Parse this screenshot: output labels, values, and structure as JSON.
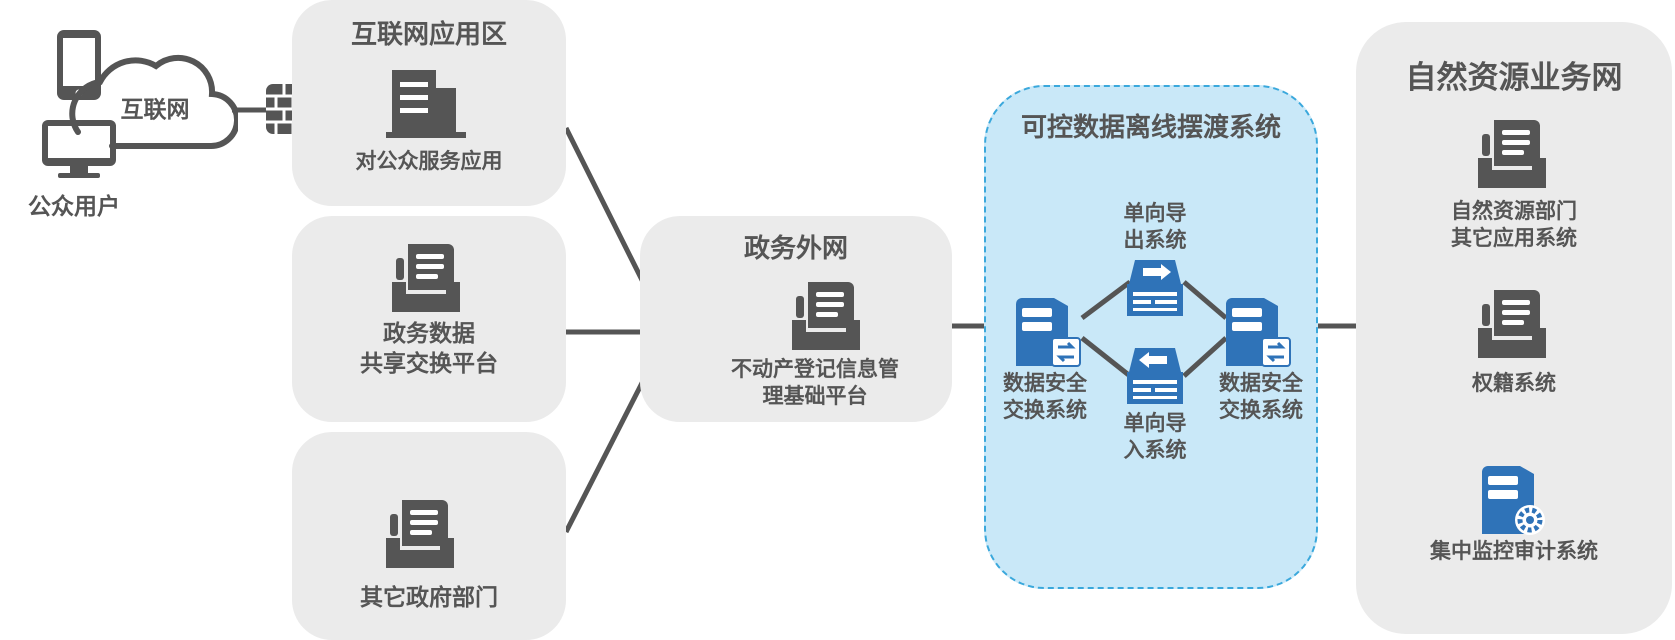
{
  "public_user": {
    "cloud_label": "互联网",
    "label": "公众用户"
  },
  "internet_zone": {
    "title": "互联网应用区",
    "app_label": "对公众服务应用"
  },
  "gov_data_exchange": {
    "label": "政务数据\n共享交换平台"
  },
  "other_gov": {
    "label": "其它政府部门"
  },
  "gov_extranet": {
    "title": "政务外网",
    "platform_label": "不动产登记信息管\n理基础平台"
  },
  "ferry_system": {
    "title": "可控数据离线摆渡系统",
    "export_label": "单向导\n出系统",
    "import_label": "单向导\n入系统",
    "exchange_left_label": "数据安全\n交换系统",
    "exchange_right_label": "数据安全\n交换系统"
  },
  "natural_resources_net": {
    "title": "自然资源业务网",
    "dept_apps_label": "自然资源部门\n其它应用系统",
    "ownership_label": "权籍系统",
    "audit_label": "集中监控审计系统"
  },
  "colors": {
    "panel": "#ebebeb",
    "icon_gray": "#555555",
    "icon_blue": "#2f73b8",
    "ferry_fill": "#c9e8f8",
    "ferry_border": "#3aa8dc"
  }
}
